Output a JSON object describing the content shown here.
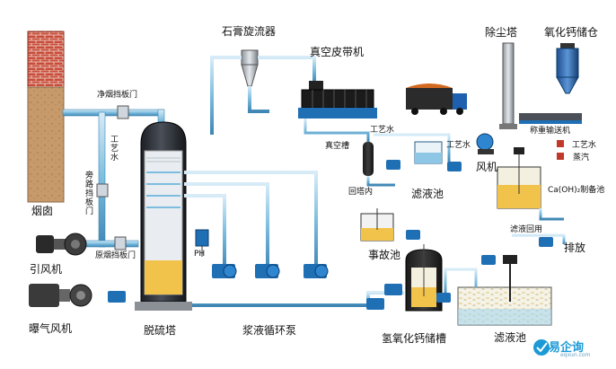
{
  "labels": {
    "chimney": "烟囱",
    "induced_fan": "引风机",
    "aeration_fan": "曝气风机",
    "desulfurization_tower": "脱硫塔",
    "slurry_pump": "浆液循环泵",
    "gypsum_cyclone": "石膏旋流器",
    "vacuum_belt": "真空皮带机",
    "vacuum_tank": "真空槽",
    "process_water_1": "工艺水",
    "process_water_2": "工艺水",
    "process_water_3": "工艺水",
    "filtrate_tank_top": "滤液池",
    "return_to_tower": "回塔内",
    "accident_tank": "事故池",
    "naoh_tank": "氢氧化钙储槽",
    "filtrate_tank_bottom": "滤液池",
    "dust_tower": "除尘塔",
    "lime_silo": "氧化钙储仓",
    "weigh_conveyor": "称重输送机",
    "fan": "风机",
    "steam": "蒸汽",
    "caoh_tank": "Ca(OH)₂制备池",
    "filtrate_return": "滤液回用",
    "discharge": "排放",
    "clean_damper": "净烟挡板门",
    "bypass_damper": "旁路挡板门",
    "raw_damper": "原烟挡板门",
    "ph": "PH",
    "process_water_vertical": "工艺水"
  },
  "watermark": {
    "name": "易企询",
    "url": "eqxun.com"
  },
  "colors": {
    "pipe": "#6fb6d9",
    "pipe_dark": "#2a5f8a",
    "pump_blue": "#1f6fb5",
    "slurry": "#f2c34a",
    "brick": "#c94c3a",
    "chimney_body": "#c79a6b",
    "tower_dark": "#2b2f36"
  }
}
